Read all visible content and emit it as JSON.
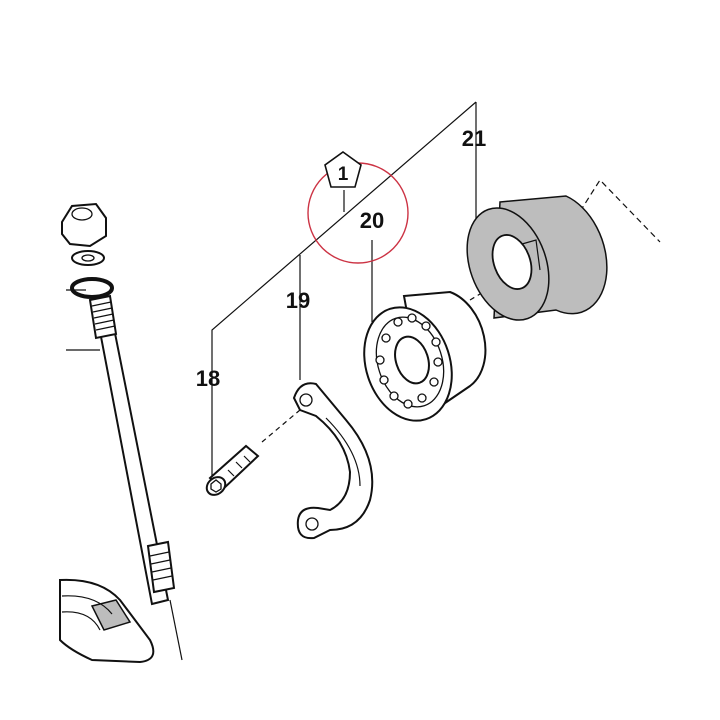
{
  "callouts": {
    "c18": "18",
    "c19": "19",
    "c20": "20",
    "c21": "21",
    "ref": "1"
  },
  "colors": {
    "line": "#111111",
    "highlight_circle": "#cc3344",
    "rubber_shade": "#bdbdbd"
  }
}
